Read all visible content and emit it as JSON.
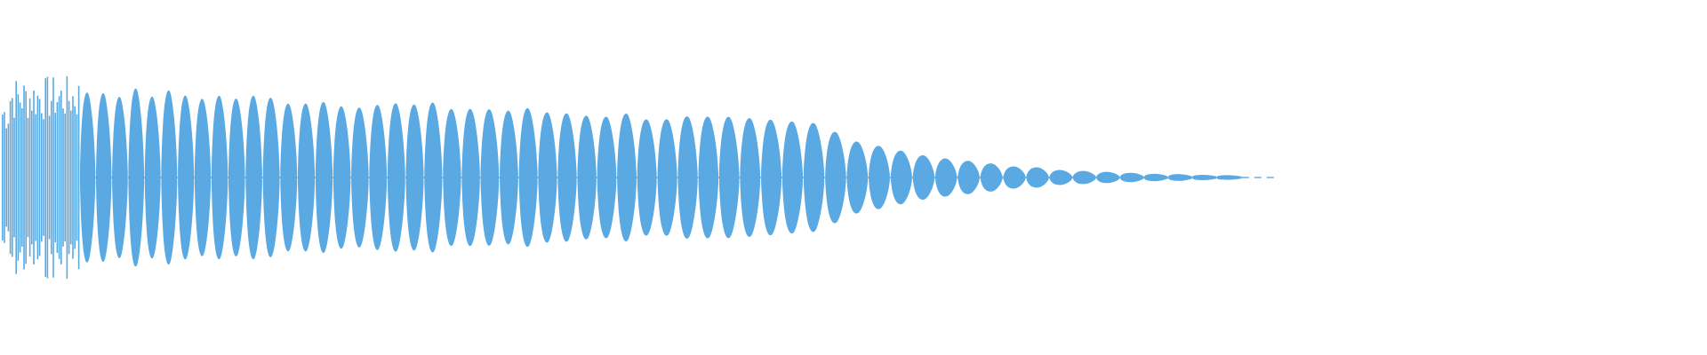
{
  "waveform": {
    "color": "#5AA9E3",
    "background": "#FFFFFF",
    "envelope": {
      "peak_amplitude": 0.9,
      "decay_shape": "exponential",
      "visible_fraction": 0.73,
      "oscillation_count": 58
    }
  }
}
